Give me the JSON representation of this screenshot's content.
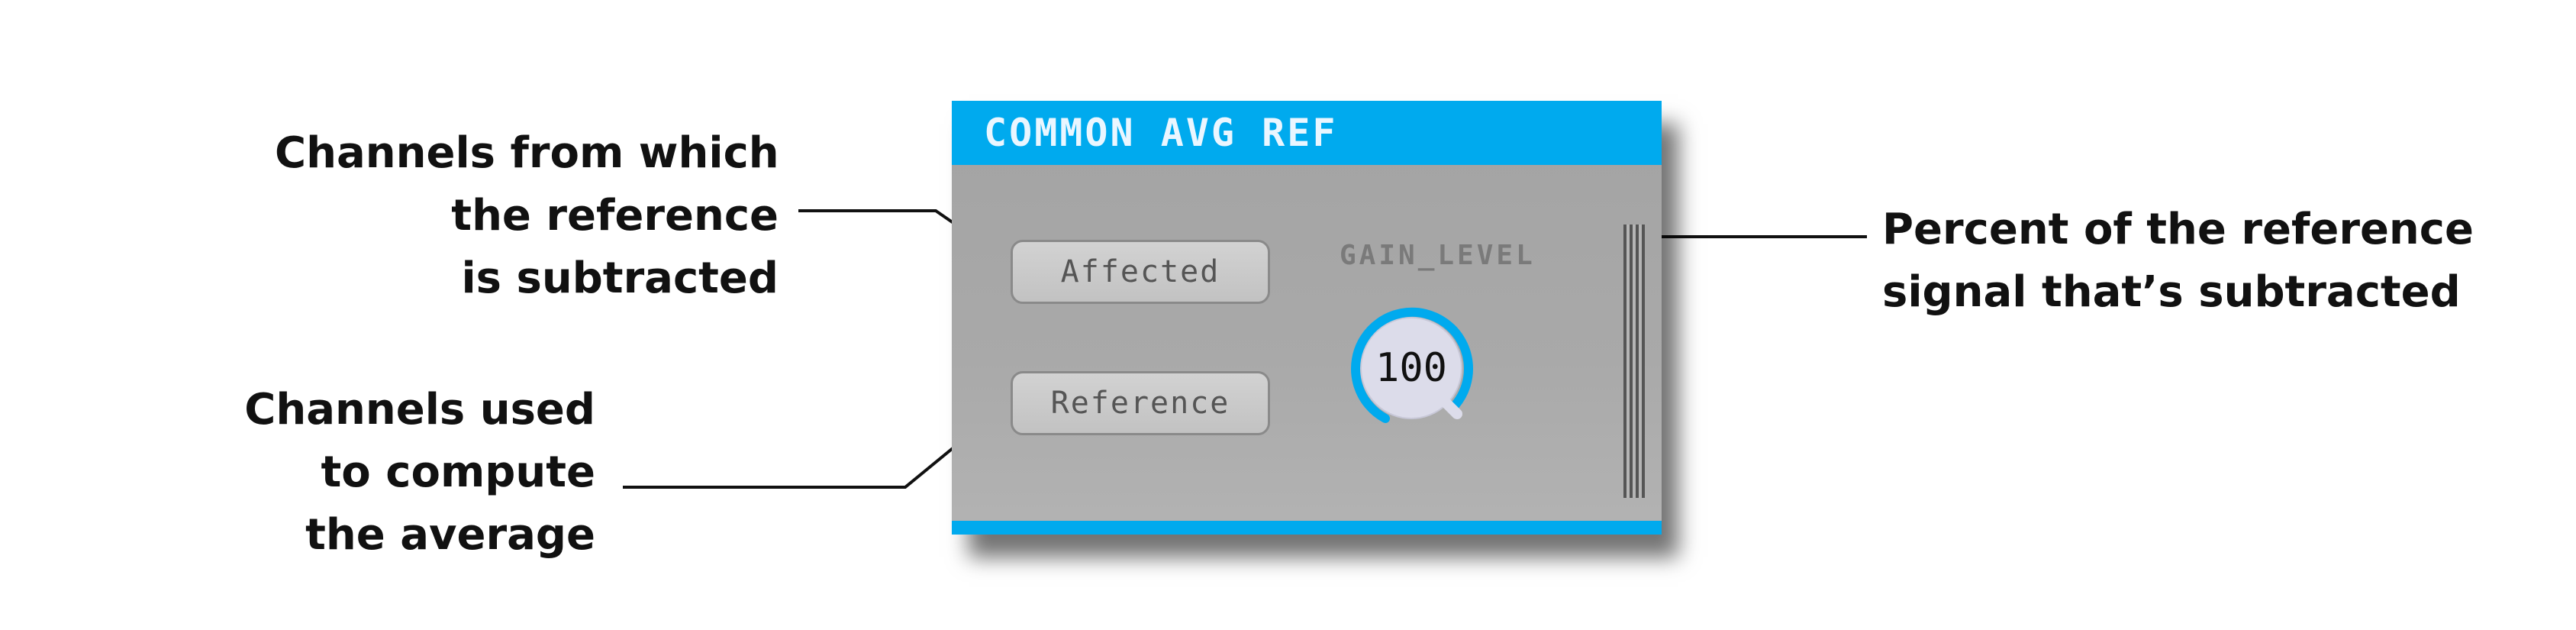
{
  "annotations": {
    "affected": [
      "Channels from which",
      "the reference",
      "is subtracted"
    ],
    "reference": [
      "Channels used",
      "to compute",
      "the average"
    ],
    "gain": [
      "Percent of the reference",
      "signal that’s subtracted"
    ]
  },
  "panel": {
    "title": "COMMON AVG REF",
    "affected_button_label": "Affected",
    "reference_button_label": "Reference",
    "gain_label": "GAIN_LEVEL",
    "gain_value": "100"
  },
  "colors": {
    "header": "#00aaee",
    "panel_bg": "#a8a8a8",
    "knob_ring": "#00aaee",
    "knob_face": "#dcdcea"
  },
  "icons": {
    "gain_knob": "rotary-knob-icon",
    "scrollbar": "vertical-scrollbar"
  }
}
